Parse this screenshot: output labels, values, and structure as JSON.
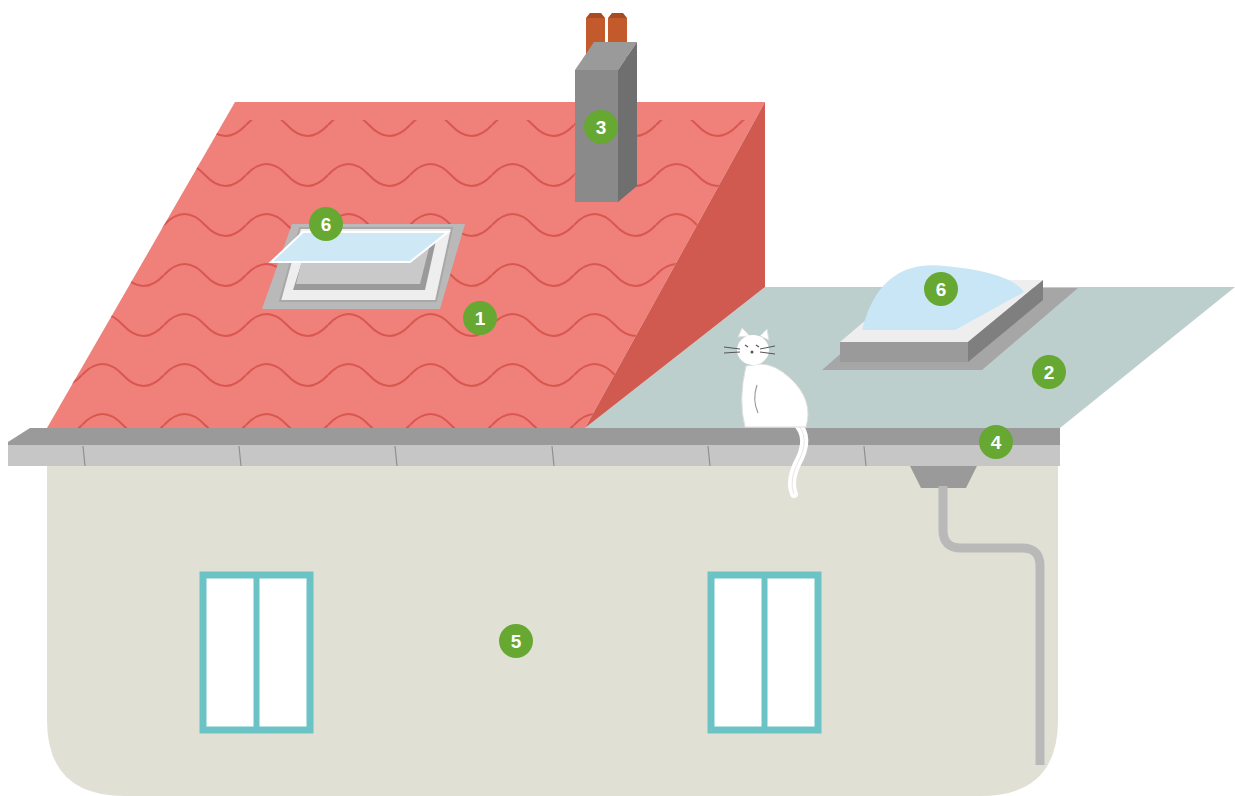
{
  "diagram": {
    "labels": [
      "3",
      "6",
      "6",
      "1",
      "2",
      "4",
      "5"
    ]
  }
}
